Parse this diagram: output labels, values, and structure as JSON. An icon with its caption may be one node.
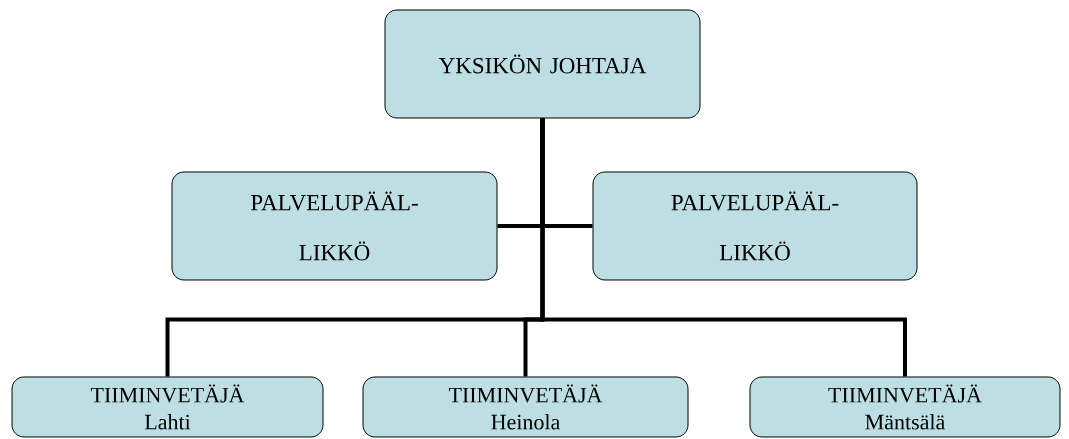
{
  "diagram": {
    "nodes": [
      {
        "text": [
          "YKSIKÖN JOHTAJA"
        ]
      },
      {
        "text": [
          "PALVELUPÄÄL- LIKKÖ"
        ]
      },
      {
        "text": [
          "PALVELUPÄÄL- LIKKÖ"
        ]
      },
      {
        "text": [
          "TIIMINVETÄJÄ",
          "Lahti"
        ]
      },
      {
        "text": [
          "TIIMINVETÄJÄ",
          "Heinola"
        ]
      },
      {
        "text": [
          "TIIMINVETÄJÄ",
          "Mäntsälä"
        ]
      }
    ],
    "edges": [
      {
        "from": 0,
        "to": 1,
        "arrow": "none"
      },
      {
        "from": 0,
        "to": 2,
        "arrow": "none"
      },
      {
        "from": 0,
        "to": 3,
        "arrow": "none"
      },
      {
        "from": 0,
        "to": 4,
        "arrow": "none"
      },
      {
        "from": 0,
        "to": 5,
        "arrow": "none"
      }
    ]
  }
}
